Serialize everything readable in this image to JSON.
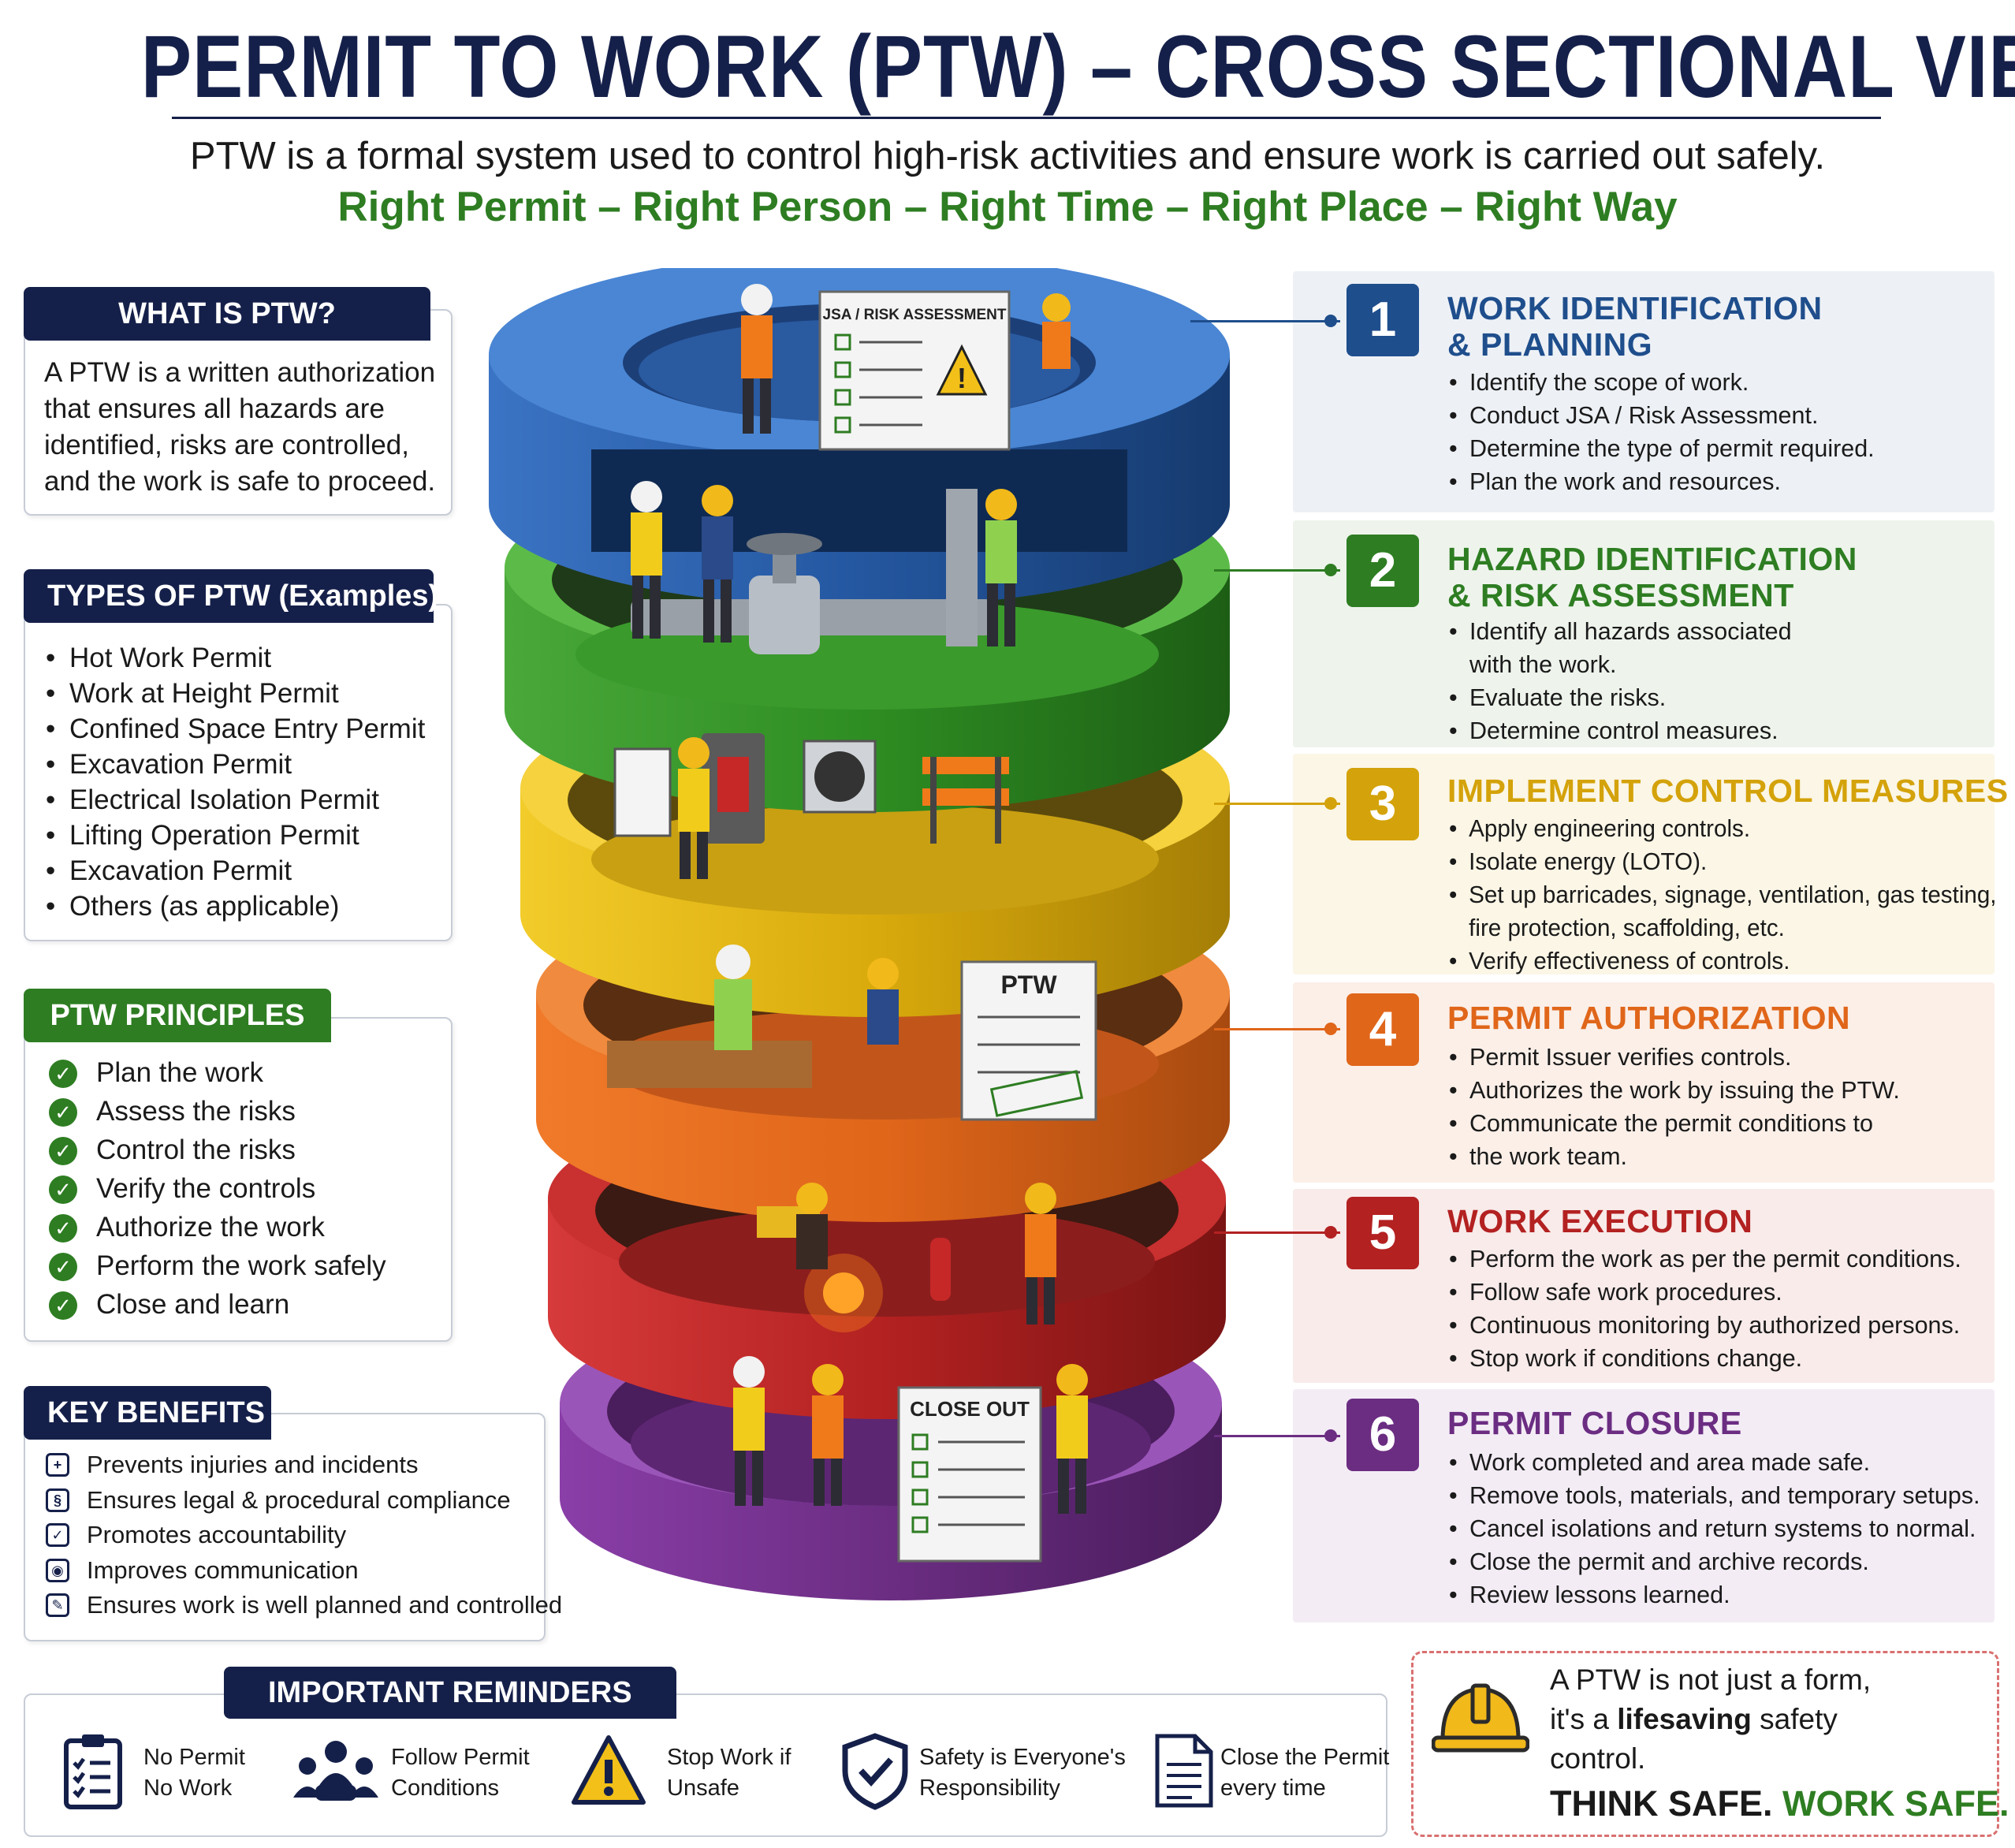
{
  "header": {
    "title": "PERMIT TO WORK (PTW) – CROSS SECTIONAL VIEW",
    "subtitle": "PTW is a formal system used to control high-risk activities and ensure work is carried out safely.",
    "tagline": "Right Permit – Right Person – Right Time – Right Place – Right Way"
  },
  "what_is": {
    "heading": "WHAT IS PTW?",
    "lines": [
      "A PTW is a written authorization",
      "that ensures all hazards are",
      "identified, risks are controlled,",
      "and the work is safe to proceed."
    ]
  },
  "types": {
    "heading": "TYPES OF PTW (Examples)",
    "items": [
      "Hot Work Permit",
      "Work at Height Permit",
      "Confined Space Entry Permit",
      "Excavation Permit",
      "Electrical Isolation Permit",
      "Lifting Operation Permit",
      "Excavation Permit",
      "Others (as applicable)"
    ]
  },
  "principles": {
    "heading": "PTW PRINCIPLES",
    "items": [
      "Plan the work",
      "Assess the risks",
      "Control the risks",
      "Verify the controls",
      "Authorize the work",
      "Perform the work safely",
      "Close and learn"
    ]
  },
  "benefits": {
    "heading": "KEY BENEFITS",
    "items": [
      "Prevents injuries and incidents",
      "Ensures legal & procedural compliance",
      "Promotes accountability",
      "Improves communication",
      "Ensures work is well planned and controlled"
    ]
  },
  "steps": [
    {
      "num": "1",
      "title1": "WORK IDENTIFICATION",
      "title2": "& PLANNING",
      "color": "#1f4e8c",
      "items": [
        "Identify the scope of work.",
        "Conduct JSA / Risk Assessment.",
        "Determine the type of permit required.",
        "Plan the work and resources."
      ]
    },
    {
      "num": "2",
      "title1": "HAZARD IDENTIFICATION",
      "title2": "& RISK ASSESSMENT",
      "color": "#2e7d22",
      "items": [
        "Identify all hazards associated",
        "with the work.",
        "Evaluate the risks.",
        "Determine control measures."
      ]
    },
    {
      "num": "3",
      "title1": "IMPLEMENT CONTROL MEASURES",
      "title2": "",
      "color": "#d4a20a",
      "items": [
        "Apply engineering controls.",
        "Isolate energy (LOTO).",
        "Set up barricades, signage, ventilation, gas testing,",
        "fire protection, scaffolding, etc.",
        "Verify effectiveness of controls."
      ]
    },
    {
      "num": "4",
      "title1": "PERMIT AUTHORIZATION",
      "title2": "",
      "color": "#e0661a",
      "items": [
        "Permit Issuer verifies controls.",
        "Authorizes the work by issuing the PTW.",
        "Communicate the permit conditions to",
        "the work team."
      ]
    },
    {
      "num": "5",
      "title1": "WORK EXECUTION",
      "title2": "",
      "color": "#b32121",
      "items": [
        "Perform the work as per the permit conditions.",
        "Follow safe work procedures.",
        "Continuous monitoring by authorized persons.",
        "Stop work if conditions change."
      ]
    },
    {
      "num": "6",
      "title1": "PERMIT CLOSURE",
      "title2": "",
      "color": "#6b2d82",
      "items": [
        "Work completed and area made safe.",
        "Remove tools, materials, and temporary setups.",
        "Cancel isolations and return systems to normal.",
        "Close the permit and archive records.",
        "Review lessons learned."
      ]
    }
  ],
  "stack_labels": {
    "jsa": "JSA / RISK ASSESSMENT",
    "ptw": "PTW",
    "close_out": "CLOSE OUT"
  },
  "reminders": {
    "heading": "IMPORTANT REMINDERS",
    "items": [
      {
        "line1": "No Permit",
        "line2": "No Work",
        "icon": "clipboard-icon"
      },
      {
        "line1": "Follow Permit",
        "line2": "Conditions",
        "icon": "team-icon"
      },
      {
        "line1": "Stop Work if",
        "line2": "Unsafe",
        "icon": "warning-icon"
      },
      {
        "line1": "Safety is Everyone's",
        "line2": "Responsibility",
        "icon": "shield-check-icon"
      },
      {
        "line1": "Close the Permit",
        "line2": "every time",
        "icon": "document-icon"
      }
    ]
  },
  "callout": {
    "line1": "A PTW is not just a form,",
    "line2_pre": "it's a ",
    "line2_bold": "lifesaving",
    "line2_post": " safety",
    "line3": "control.",
    "think": "THINK SAFE.",
    "work": "WORK SAFE.",
    "icon": "hard-hat-icon"
  },
  "colors": {
    "navy": "#15204a",
    "green": "#2e7d22",
    "blue": "#1f4e8c",
    "yellow": "#d4a20a",
    "orange": "#e0661a",
    "red": "#b32121",
    "purple": "#6b2d82"
  }
}
